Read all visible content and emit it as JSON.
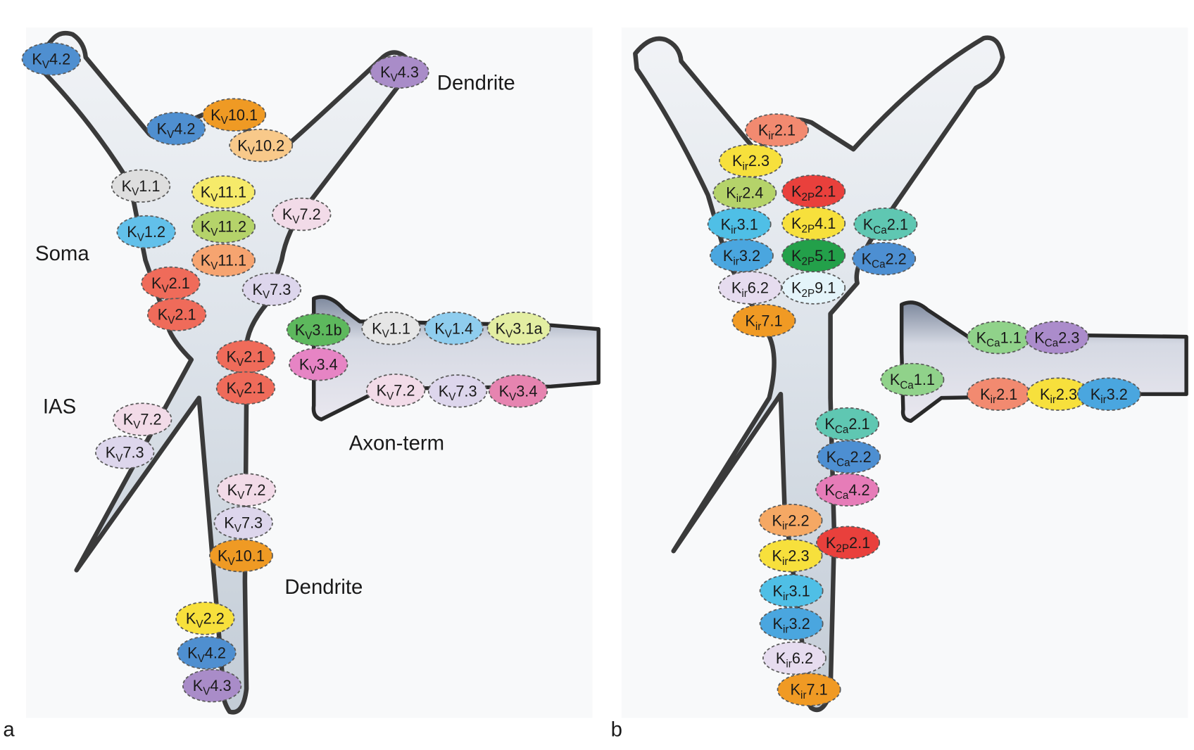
{
  "figure": {
    "panels": [
      {
        "id": "a",
        "label": "a",
        "regions": [
          {
            "name": "dendrite-top",
            "text": "Dendrite"
          },
          {
            "name": "soma",
            "text": "Soma"
          },
          {
            "name": "ias",
            "text": "IAS"
          },
          {
            "name": "axon-term",
            "text": "Axon-term"
          },
          {
            "name": "dendrite-bottom",
            "text": "Dendrite"
          }
        ],
        "channels": [
          {
            "family": "K",
            "sub": "V",
            "num": "4.2",
            "color": "#4f8fd0",
            "region": "dendrite-left-tip"
          },
          {
            "family": "K",
            "sub": "V",
            "num": "4.3",
            "color": "#a98cc8",
            "region": "dendrite-right-tip"
          },
          {
            "family": "K",
            "sub": "V",
            "num": "4.2",
            "color": "#4f8fd0",
            "region": "dendrite-fork"
          },
          {
            "family": "K",
            "sub": "V",
            "num": "10.1",
            "color": "#ef9a24",
            "region": "dendrite-fork"
          },
          {
            "family": "K",
            "sub": "V",
            "num": "10.2",
            "color": "#f8c98a",
            "region": "dendrite-fork"
          },
          {
            "family": "K",
            "sub": "V",
            "num": "1.1",
            "color": "#dedede",
            "region": "soma"
          },
          {
            "family": "K",
            "sub": "V",
            "num": "1.2",
            "color": "#62c0ea",
            "region": "soma"
          },
          {
            "family": "K",
            "sub": "V",
            "num": "2.1",
            "color": "#ef6b5a",
            "region": "soma"
          },
          {
            "family": "K",
            "sub": "V",
            "num": "2.1",
            "color": "#ef6b5a",
            "region": "soma"
          },
          {
            "family": "K",
            "sub": "V",
            "num": "11.1",
            "color": "#f6ea6a",
            "region": "soma"
          },
          {
            "family": "K",
            "sub": "V",
            "num": "11.2",
            "color": "#b5d36a",
            "region": "soma"
          },
          {
            "family": "K",
            "sub": "V",
            "num": "11.1",
            "color": "#f6a470",
            "region": "soma"
          },
          {
            "family": "K",
            "sub": "V",
            "num": "7.2",
            "color": "#f2dbe8",
            "region": "soma"
          },
          {
            "family": "K",
            "sub": "V",
            "num": "7.3",
            "color": "#ddd6ec",
            "region": "soma"
          },
          {
            "family": "K",
            "sub": "V",
            "num": "2.1",
            "color": "#ef6b5a",
            "region": "axon-hillock"
          },
          {
            "family": "K",
            "sub": "V",
            "num": "2.1",
            "color": "#ef6b5a",
            "region": "axon-hillock"
          },
          {
            "family": "K",
            "sub": "V",
            "num": "7.2",
            "color": "#f2dbe8",
            "region": "ias"
          },
          {
            "family": "K",
            "sub": "V",
            "num": "7.3",
            "color": "#ddd6ec",
            "region": "ias"
          },
          {
            "family": "K",
            "sub": "V",
            "num": "3.1b",
            "color": "#5db85d",
            "region": "axon-term"
          },
          {
            "family": "K",
            "sub": "V",
            "num": "3.4",
            "color": "#e684c4",
            "region": "axon-term"
          },
          {
            "family": "K",
            "sub": "V",
            "num": "1.1",
            "color": "#e6e6e6",
            "region": "axon-term"
          },
          {
            "family": "K",
            "sub": "V",
            "num": "1.4",
            "color": "#8fcdee",
            "region": "axon-term"
          },
          {
            "family": "K",
            "sub": "V",
            "num": "3.1a",
            "color": "#e3eea2",
            "region": "axon-term"
          },
          {
            "family": "K",
            "sub": "V",
            "num": "7.2",
            "color": "#f2dbe8",
            "region": "axon-term"
          },
          {
            "family": "K",
            "sub": "V",
            "num": "7.3",
            "color": "#ddd6ec",
            "region": "axon-term"
          },
          {
            "family": "K",
            "sub": "V",
            "num": "3.4",
            "color": "#e684b0",
            "region": "axon-term"
          },
          {
            "family": "K",
            "sub": "V",
            "num": "7.2",
            "color": "#f2dbe8",
            "region": "dendrite-bottom"
          },
          {
            "family": "K",
            "sub": "V",
            "num": "7.3",
            "color": "#ddd6ec",
            "region": "dendrite-bottom"
          },
          {
            "family": "K",
            "sub": "V",
            "num": "10.1",
            "color": "#ef9a24",
            "region": "dendrite-bottom"
          },
          {
            "family": "K",
            "sub": "V",
            "num": "2.2",
            "color": "#f7e03c",
            "region": "dendrite-bottom"
          },
          {
            "family": "K",
            "sub": "V",
            "num": "4.2",
            "color": "#4f8fd0",
            "region": "dendrite-bottom"
          },
          {
            "family": "K",
            "sub": "V",
            "num": "4.3",
            "color": "#a98cc8",
            "region": "dendrite-bottom"
          }
        ]
      },
      {
        "id": "b",
        "label": "b",
        "regions": [],
        "channels": [
          {
            "family": "K",
            "sub": "ir",
            "num": "2.1",
            "color": "#f28a70",
            "region": "soma"
          },
          {
            "family": "K",
            "sub": "ir",
            "num": "2.3",
            "color": "#f7e03c",
            "region": "soma"
          },
          {
            "family": "K",
            "sub": "ir",
            "num": "2.4",
            "color": "#b5d36a",
            "region": "soma"
          },
          {
            "family": "K",
            "sub": "ir",
            "num": "3.1",
            "color": "#4fbfe6",
            "region": "soma"
          },
          {
            "family": "K",
            "sub": "ir",
            "num": "3.2",
            "color": "#4aa6df",
            "region": "soma"
          },
          {
            "family": "K",
            "sub": "ir",
            "num": "6.2",
            "color": "#e6dcef",
            "region": "soma"
          },
          {
            "family": "K",
            "sub": "ir",
            "num": "7.1",
            "color": "#f09a24",
            "region": "soma"
          },
          {
            "family": "K",
            "sub": "2P",
            "num": "2.1",
            "color": "#e9403c",
            "region": "soma"
          },
          {
            "family": "K",
            "sub": "2P",
            "num": "4.1",
            "color": "#f7e03c",
            "region": "soma"
          },
          {
            "family": "K",
            "sub": "2P",
            "num": "5.1",
            "color": "#23a04a",
            "region": "soma"
          },
          {
            "family": "K",
            "sub": "2P",
            "num": "9.1",
            "color": "#e4f4fa",
            "region": "soma"
          },
          {
            "family": "K",
            "sub": "Ca",
            "num": "2.1",
            "color": "#5fc7b2",
            "region": "soma"
          },
          {
            "family": "K",
            "sub": "Ca",
            "num": "2.2",
            "color": "#4d8fd2",
            "region": "soma"
          },
          {
            "family": "K",
            "sub": "Ca",
            "num": "1.1",
            "color": "#90d28a",
            "region": "axon-term"
          },
          {
            "family": "K",
            "sub": "Ca",
            "num": "2.3",
            "color": "#ab8ccb",
            "region": "axon-term"
          },
          {
            "family": "K",
            "sub": "Ca",
            "num": "1.1",
            "color": "#90d28a",
            "region": "axon-term"
          },
          {
            "family": "K",
            "sub": "ir",
            "num": "2.1",
            "color": "#f28a70",
            "region": "axon-term"
          },
          {
            "family": "K",
            "sub": "ir",
            "num": "2.3",
            "color": "#f7e03c",
            "region": "axon-term"
          },
          {
            "family": "K",
            "sub": "ir",
            "num": "3.2",
            "color": "#4aa6df",
            "region": "axon-term"
          },
          {
            "family": "K",
            "sub": "Ca",
            "num": "2.1",
            "color": "#5fc7b2",
            "region": "dendrite-bottom"
          },
          {
            "family": "K",
            "sub": "Ca",
            "num": "2.2",
            "color": "#4d8fd2",
            "region": "dendrite-bottom"
          },
          {
            "family": "K",
            "sub": "Ca",
            "num": "4.2",
            "color": "#e67cb8",
            "region": "dendrite-bottom"
          },
          {
            "family": "K",
            "sub": "2P",
            "num": "2.1",
            "color": "#e9403c",
            "region": "dendrite-bottom"
          },
          {
            "family": "K",
            "sub": "ir",
            "num": "2.2",
            "color": "#f5a864",
            "region": "dendrite-bottom"
          },
          {
            "family": "K",
            "sub": "ir",
            "num": "2.3",
            "color": "#f7e03c",
            "region": "dendrite-bottom"
          },
          {
            "family": "K",
            "sub": "ir",
            "num": "3.1",
            "color": "#4fbfe6",
            "region": "dendrite-bottom"
          },
          {
            "family": "K",
            "sub": "ir",
            "num": "3.2",
            "color": "#4aa6df",
            "region": "dendrite-bottom"
          },
          {
            "family": "K",
            "sub": "ir",
            "num": "6.2",
            "color": "#e6dcef",
            "region": "dendrite-bottom"
          },
          {
            "family": "K",
            "sub": "ir",
            "num": "7.1",
            "color": "#f09a24",
            "region": "dendrite-bottom"
          }
        ]
      }
    ]
  }
}
